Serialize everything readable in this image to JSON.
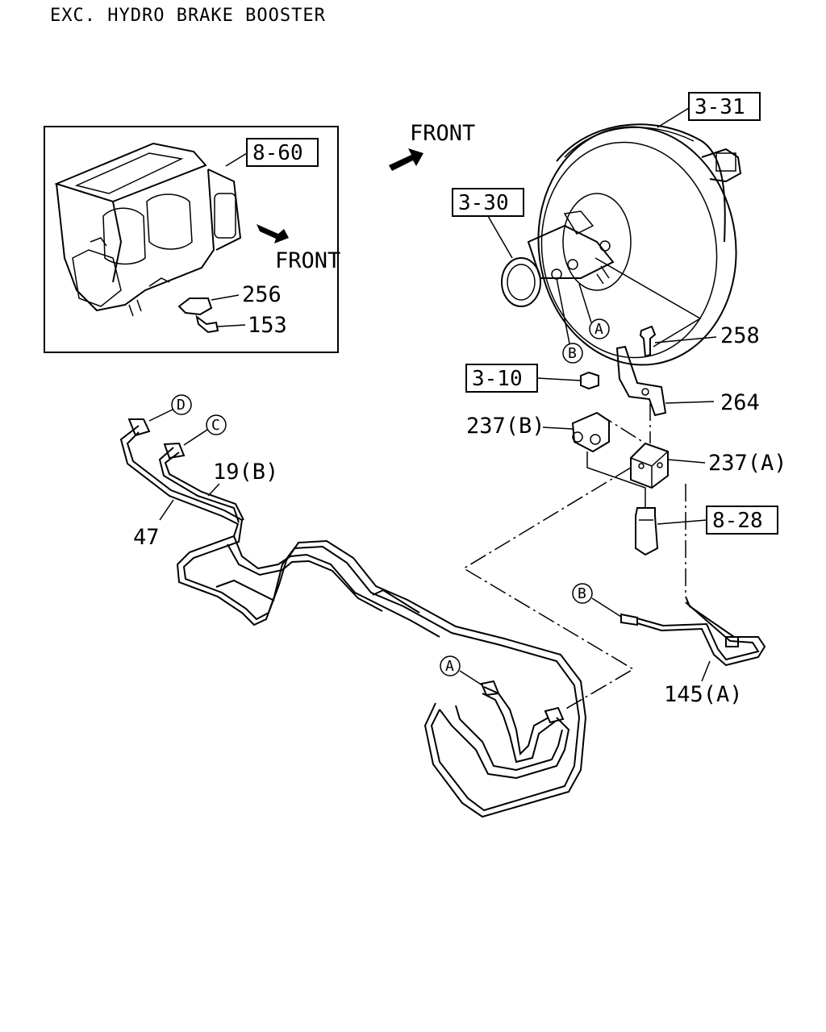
{
  "header": {
    "title": "EXC. HYDRO BRAKE BOOSTER"
  },
  "front_labels": {
    "top": "FRONT",
    "inset": "FRONT"
  },
  "ref_boxes": {
    "r3_31": "3-31",
    "r8_60": "8-60",
    "r3_30": "3-30",
    "r3_10": "3-10",
    "r8_28": "8-28"
  },
  "part_numbers": {
    "p256": "256",
    "p153": "153",
    "p258": "258",
    "p264": "264",
    "p237b": "237(B)",
    "p237a": "237(A)",
    "p19b": "19(B)",
    "p47": "47",
    "p145a": "145(A)"
  },
  "connection_markers": {
    "booster_a": "A",
    "booster_b": "B",
    "pipe_d": "D",
    "pipe_c": "C",
    "pipe_b": "B",
    "pipe_a": "A"
  }
}
